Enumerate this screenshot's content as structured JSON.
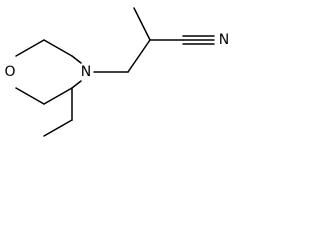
{
  "molecule": {
    "atoms": {
      "oxygen": "O",
      "nitrogen_ring": "N",
      "nitrogen_nitrile": "N"
    }
  }
}
